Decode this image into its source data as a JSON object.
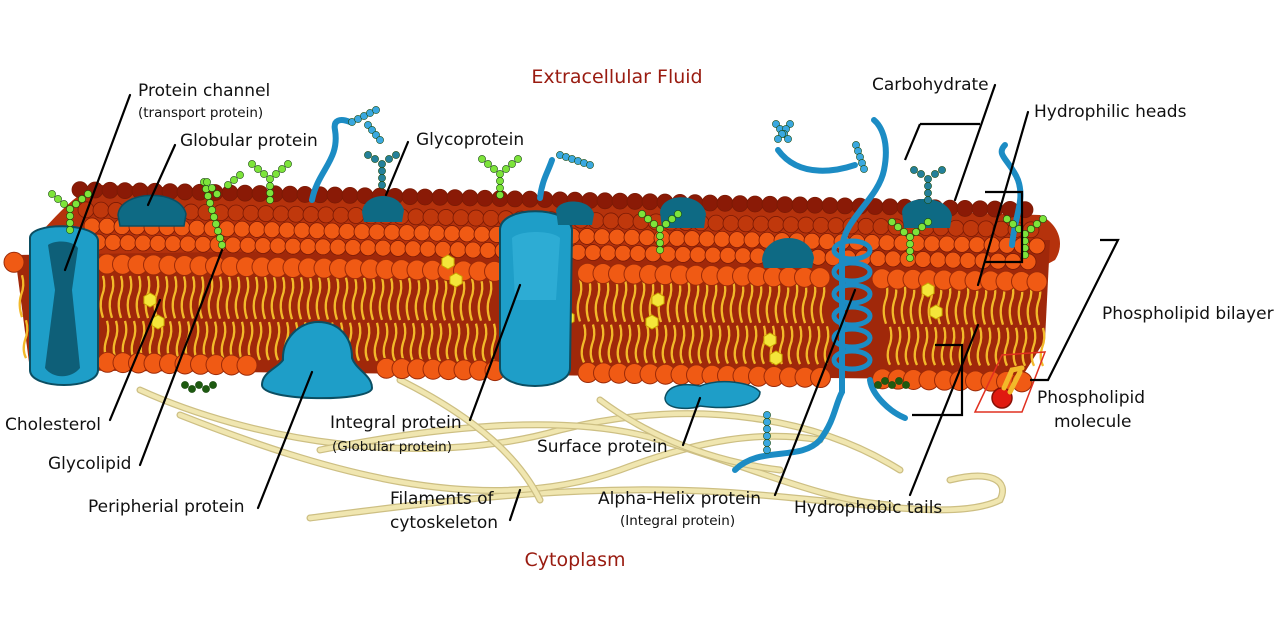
{
  "regions": {
    "extracellular": "Extracellular Fluid",
    "cytoplasm": "Cytoplasm"
  },
  "labels": {
    "protein_channel": "Protein channel",
    "protein_channel_sub": "(transport protein)",
    "globular_protein": "Globular protein",
    "glycoprotein": "Glycoprotein",
    "carbohydrate": "Carbohydrate",
    "hydrophilic_heads": "Hydrophilic heads",
    "phospholipid_bilayer": "Phospholipid bilayer",
    "phospholipid_molecule_1": "Phospholipid",
    "phospholipid_molecule_2": "molecule",
    "cholesterol": "Cholesterol",
    "glycolipid": "Glycolipid",
    "peripherial_protein": "Peripherial protein",
    "integral_protein": "Integral protein",
    "integral_protein_sub": "(Globular protein)",
    "surface_protein": "Surface protein",
    "filaments_1": "Filaments of",
    "filaments_2": "cytoskeleton",
    "alpha_helix": "Alpha-Helix protein",
    "alpha_helix_sub": "(Integral protein)",
    "hydrophobic_tails": "Hydrophobic tails"
  },
  "colors": {
    "head_orange": "#f05a14",
    "head_dark": "#8a1a06",
    "tail_yellow": "#f2b92a",
    "membrane_interior": "#a0280a",
    "protein_light": "#1e9ec8",
    "protein_dark": "#0e5f78",
    "cholesterol_yellow": "#f4e63a",
    "glyco_green": "#7de43a",
    "carb_teal": "#24809a",
    "filament": "#f0e6b0",
    "region_text": "#991b10",
    "highlight_red": "#e03020"
  }
}
